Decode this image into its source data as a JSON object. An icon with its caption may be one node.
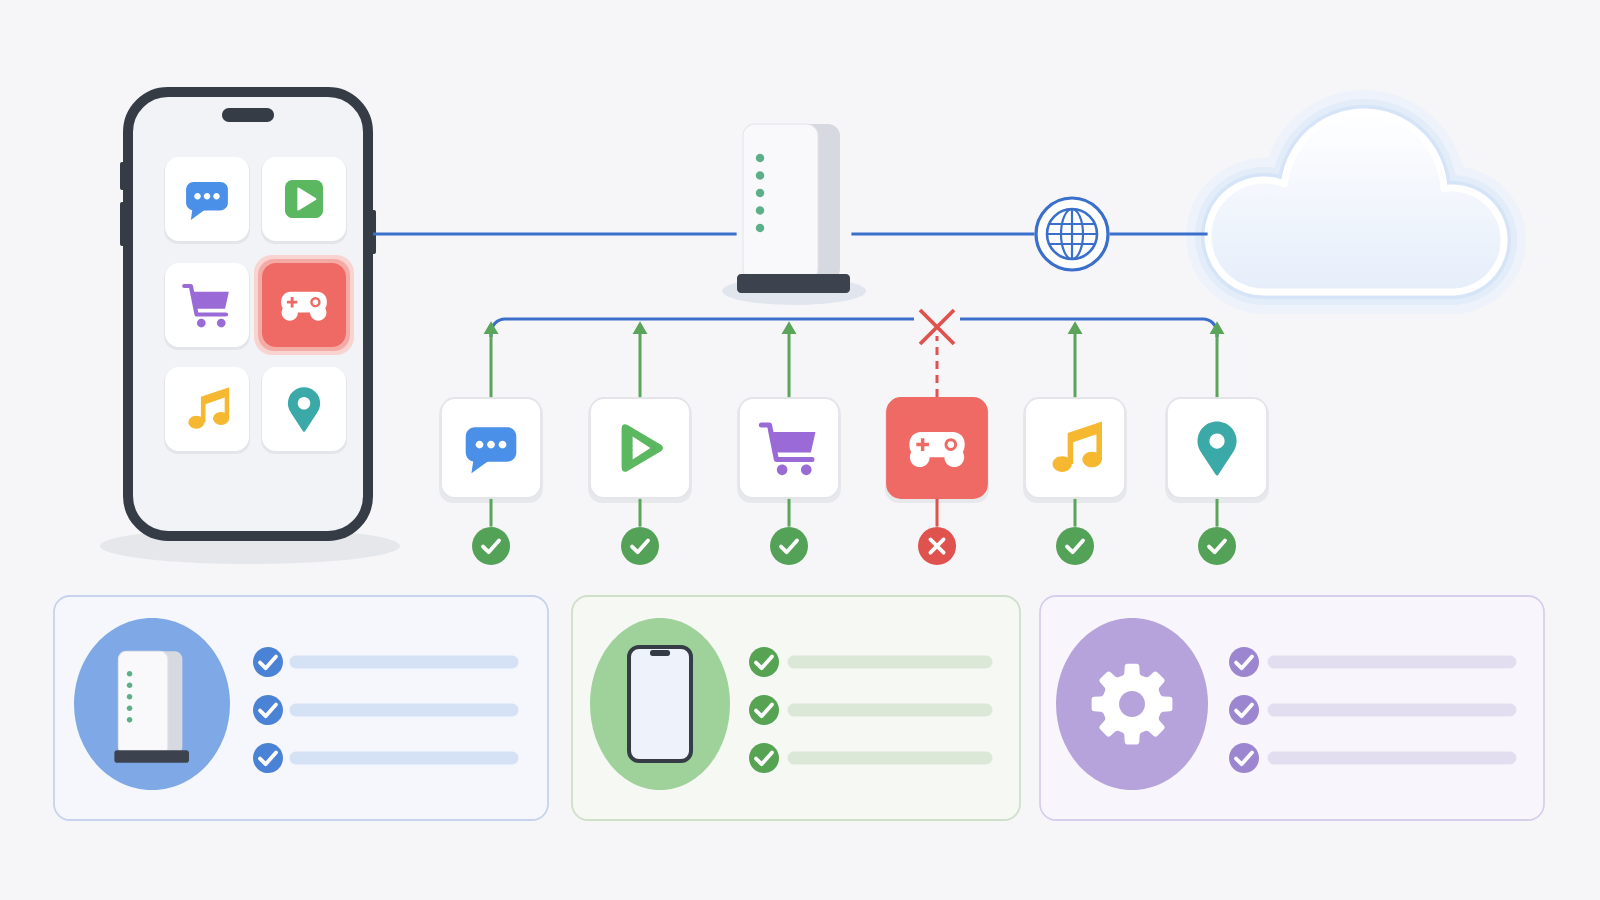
{
  "diagram": {
    "nodes": [
      {
        "text": [],
        "shape": "picture"
      },
      {
        "text": [],
        "shape": "picture"
      },
      {
        "text": [],
        "shape": "circle"
      },
      {
        "text": [],
        "shape": "cloud"
      },
      {
        "text": [],
        "shape": "bar"
      },
      {
        "text": [],
        "shape": "box"
      },
      {
        "text": [],
        "shape": "box"
      },
      {
        "text": [],
        "shape": "box"
      },
      {
        "text": [],
        "shape": "box"
      },
      {
        "text": [],
        "shape": "box"
      },
      {
        "text": [],
        "shape": "box"
      },
      {
        "text": [],
        "shape": "circle"
      },
      {
        "text": [],
        "shape": "circle"
      },
      {
        "text": [],
        "shape": "circle"
      },
      {
        "text": [],
        "shape": "circle"
      },
      {
        "text": [],
        "shape": "circle"
      },
      {
        "text": [],
        "shape": "circle"
      },
      {
        "text": [],
        "shape": "box"
      },
      {
        "text": [],
        "shape": "box"
      },
      {
        "text": [],
        "shape": "box"
      }
    ],
    "edges": [
      {
        "from": 0,
        "to": 1,
        "arrow": "none",
        "color": "#3a6fcc"
      },
      {
        "from": 1,
        "to": 2,
        "arrow": "none",
        "color": "#3a6fcc"
      },
      {
        "from": 2,
        "to": 3,
        "arrow": "none",
        "color": "#3a6fcc"
      },
      {
        "from": 5,
        "to": 4,
        "arrow": "to"
      },
      {
        "from": 6,
        "to": 4,
        "arrow": "to"
      },
      {
        "from": 7,
        "to": 4,
        "arrow": "to"
      },
      {
        "from": 8,
        "to": 4,
        "arrow": "other",
        "style": "dashed",
        "color": "#e0524d"
      },
      {
        "from": 9,
        "to": 4,
        "arrow": "to"
      },
      {
        "from": 10,
        "to": 4,
        "arrow": "to"
      },
      {
        "from": 5,
        "to": 11,
        "arrow": "none"
      },
      {
        "from": 6,
        "to": 12,
        "arrow": "none"
      },
      {
        "from": 7,
        "to": 13,
        "arrow": "none"
      },
      {
        "from": 8,
        "to": 14,
        "arrow": "none",
        "color": "#e0524d"
      },
      {
        "from": 9,
        "to": 15,
        "arrow": "none"
      },
      {
        "from": 10,
        "to": 16,
        "arrow": "none"
      }
    ]
  }
}
